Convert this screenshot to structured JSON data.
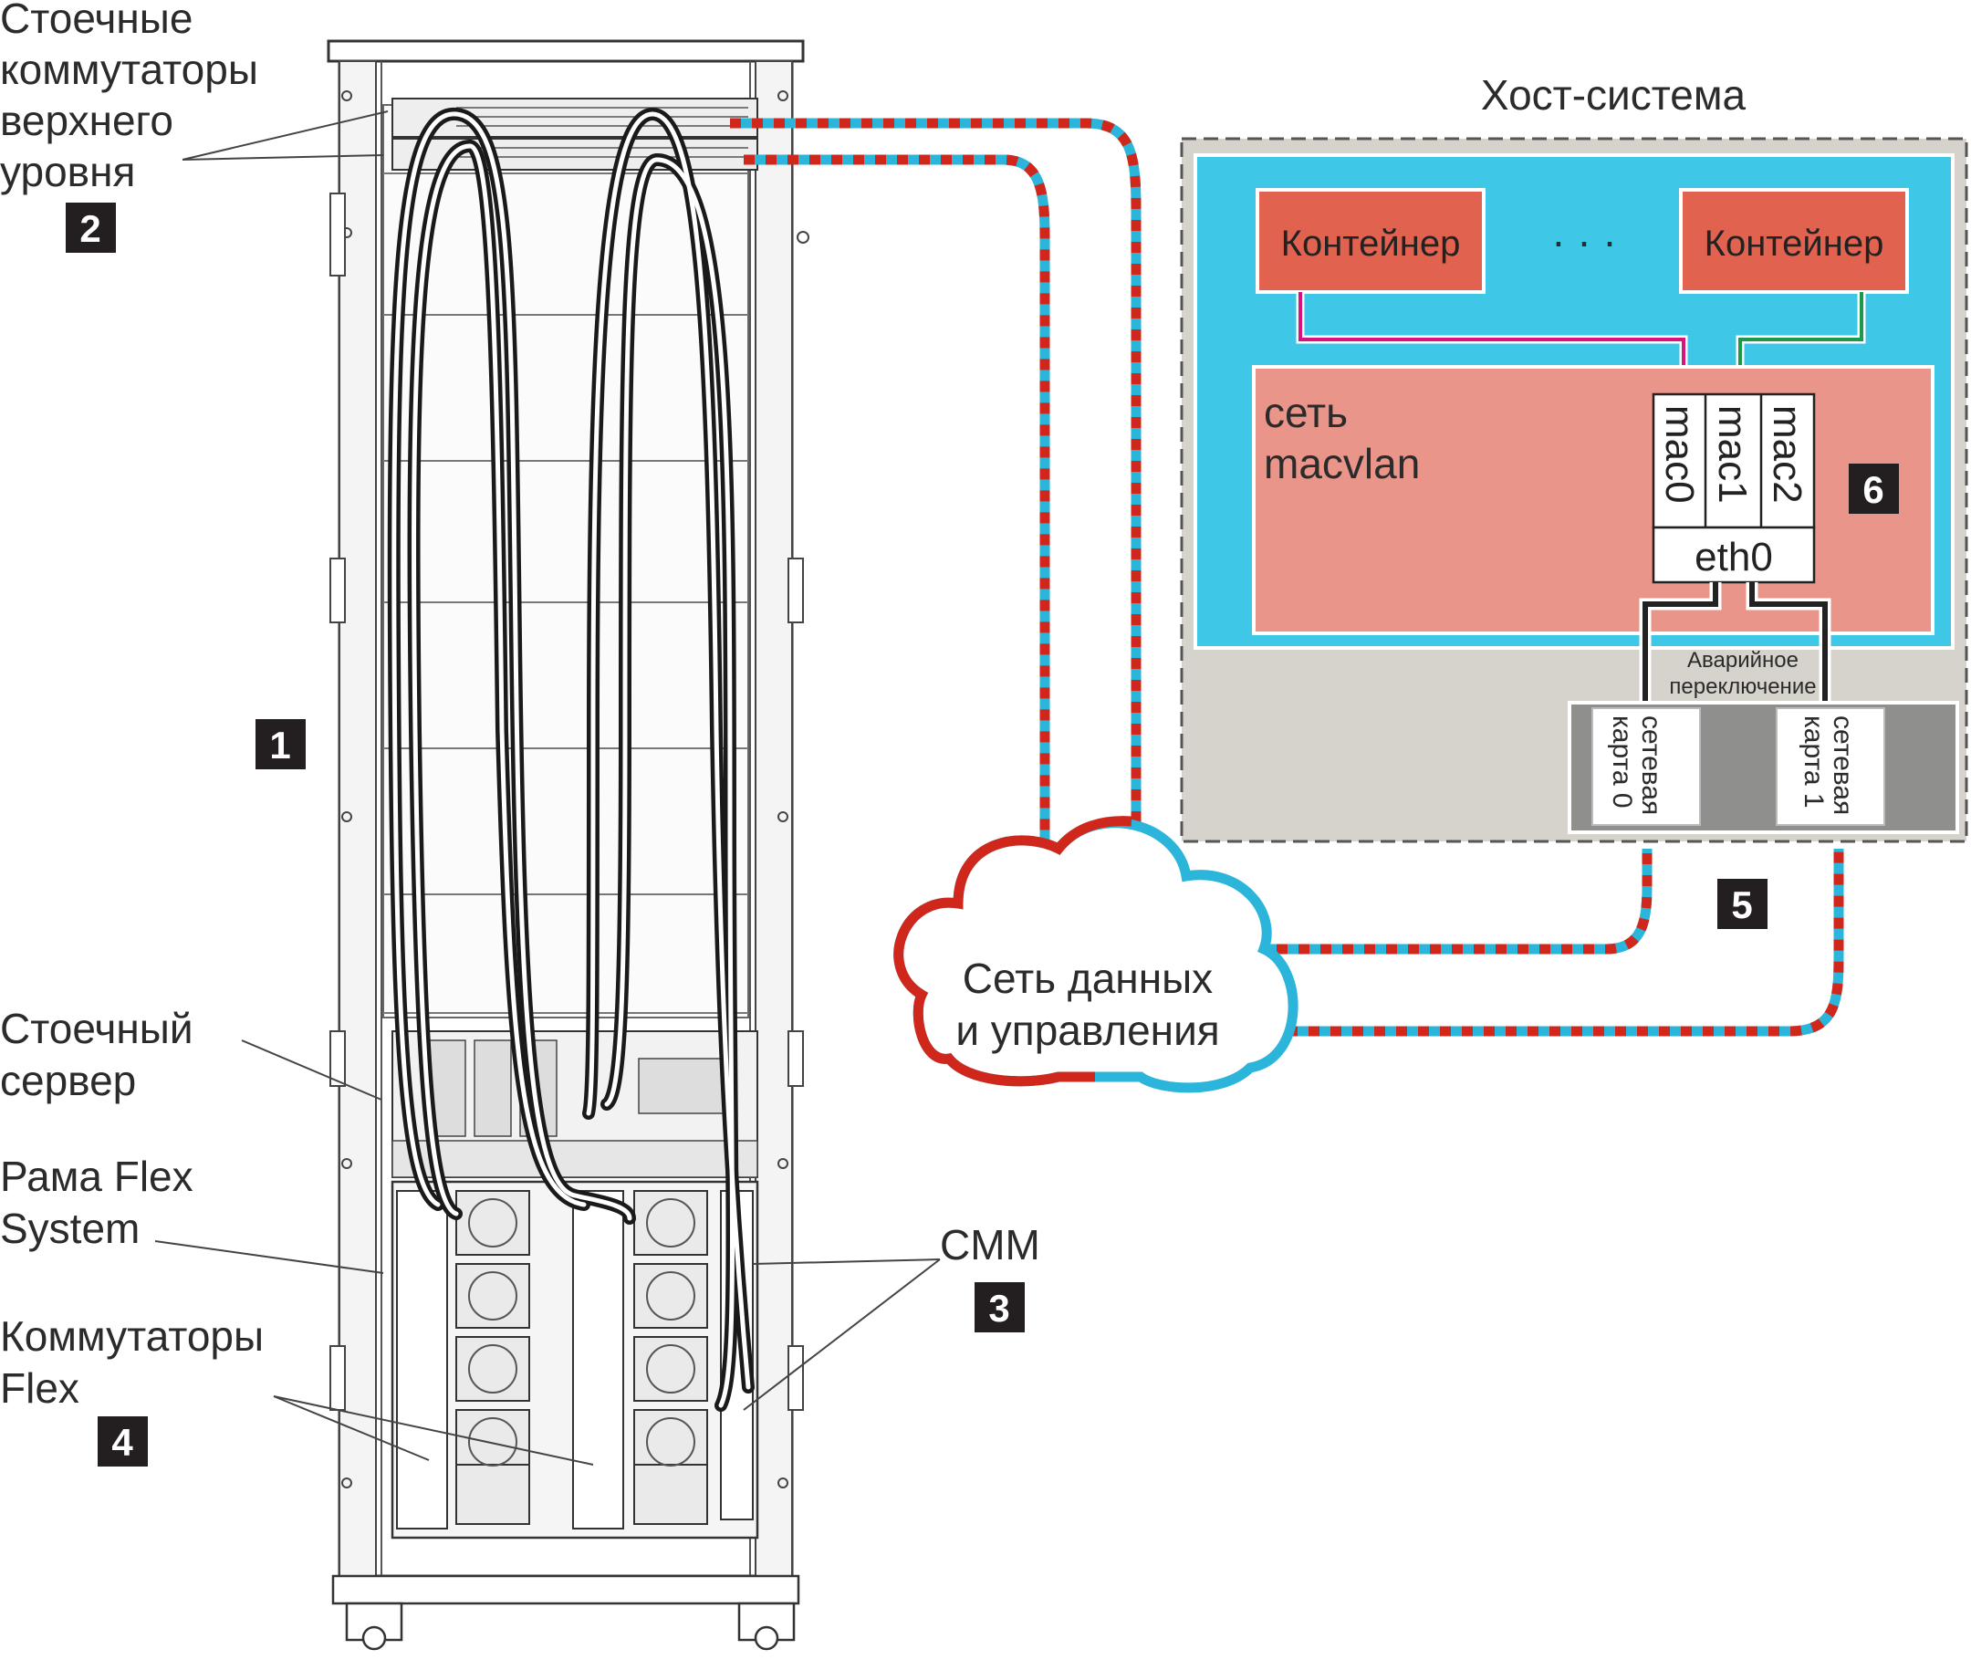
{
  "labels": {
    "tor_switches": [
      "Стоечные",
      "коммутаторы",
      "верхнего",
      "уровня"
    ],
    "rack_server": [
      "Стоечный",
      "сервер"
    ],
    "flex_chassis": [
      "Рама Flex",
      "System"
    ],
    "flex_switches": [
      "Коммутаторы",
      "Flex"
    ],
    "cmm": "CMM",
    "host_system": "Хост-система",
    "network_cloud": [
      "Сеть данных",
      "и управления"
    ],
    "container": "Контейнер",
    "dots": "· · ·",
    "macvlan": [
      "сеть",
      "macvlan"
    ],
    "macs": [
      "mac0",
      "mac1",
      "mac2"
    ],
    "eth0": "eth0",
    "failover": [
      "Аварийное",
      "переключение"
    ],
    "nic0": [
      "сетевая",
      "карта 0"
    ],
    "nic1": [
      "сетевая",
      "карта 1"
    ]
  },
  "badges": {
    "rack": "1",
    "tor": "2",
    "cmm": "3",
    "flex": "4",
    "nics": "5",
    "macvlan": "6"
  },
  "colors": {
    "cable_red": "#d0271d",
    "cable_blue": "#2bb5da",
    "host_cyan": "#3ec7e6",
    "container_red": "#e0624f",
    "macvlan_pink": "#e9958a",
    "host_gray": "#d6d2cc",
    "badge": "#231f20",
    "link_magenta": "#d6137f",
    "link_green": "#1a9a4a"
  }
}
